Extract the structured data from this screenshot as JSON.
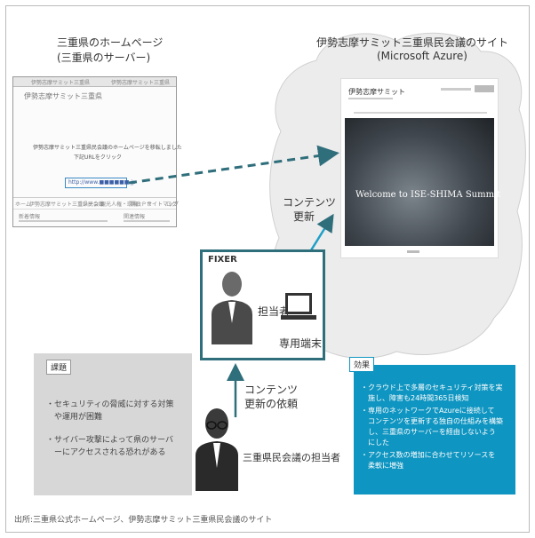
{
  "left_site": {
    "title_line1": "三重県のホームページ",
    "title_line2": "(三重県のサーバー)",
    "browser": {
      "address_text": "伊勢志摩サミット三重県",
      "tab_text": "伊勢志摩サミット三重県",
      "message_line1": "伊勢志摩サミット三重県民会議のホームページを移転しました",
      "message_line2": "下記URLをクリック",
      "link_text": "http://www.■■■■■■.jp",
      "nav_items": [
        "ホーム",
        "伊勢志摩サミット三重県民会議",
        "コンテンツ",
        "観光",
        "人権・環境",
        "県政ＰＲ",
        "サイトマップ",
        "ログ"
      ],
      "col_left_heading": "新着情報",
      "col_right_heading": "関連情報"
    }
  },
  "right_site": {
    "title_line1": "伊勢志摩サミット三重県民会議のサイト",
    "title_line2": "(Microsoft Azure)",
    "logo_text": "伊勢志摩サミット",
    "hero_text": "Welcome to ISE-SHIMA Summit"
  },
  "arrows": {
    "update_label_line1": "コンテンツ",
    "update_label_line2": "更新",
    "request_label_line1": "コンテンツ",
    "request_label_line2": "更新の依頼"
  },
  "fixer_box": {
    "title": "FIXER",
    "person_label": "担当者",
    "device_label": "専用端末"
  },
  "requester_label": "三重県民会議の担当者",
  "problem": {
    "tag": "課題",
    "items": [
      "・セキュリティの脅威に対する対策",
      "　や運用が困難",
      "・サイバー攻撃によって県のサーバ",
      "　ーにアクセスされる恐れがある"
    ]
  },
  "effect": {
    "tag": "効果",
    "items": [
      "・クラウド上で多層のセキュリティ対策を実",
      "　施し、障害も24時間365日検知",
      "・専用のネットワークでAzureに接続して",
      "　コンテンツを更新する独自の仕組みを構築",
      "　し、三重県のサーバーを経由しないよう",
      "　にした",
      "・アクセス数の増加に合わせてリソースを",
      "　柔軟に増強"
    ]
  },
  "footer_source": "出所:三重県公式ホームページ、伊勢志摩サミット三重県民会議のサイト",
  "colors": {
    "accent_teal": "#2f6e7b",
    "effect_blue": "#0f95c1",
    "problem_gray": "#d7d7d7",
    "cloud_gray": "#ececec"
  }
}
